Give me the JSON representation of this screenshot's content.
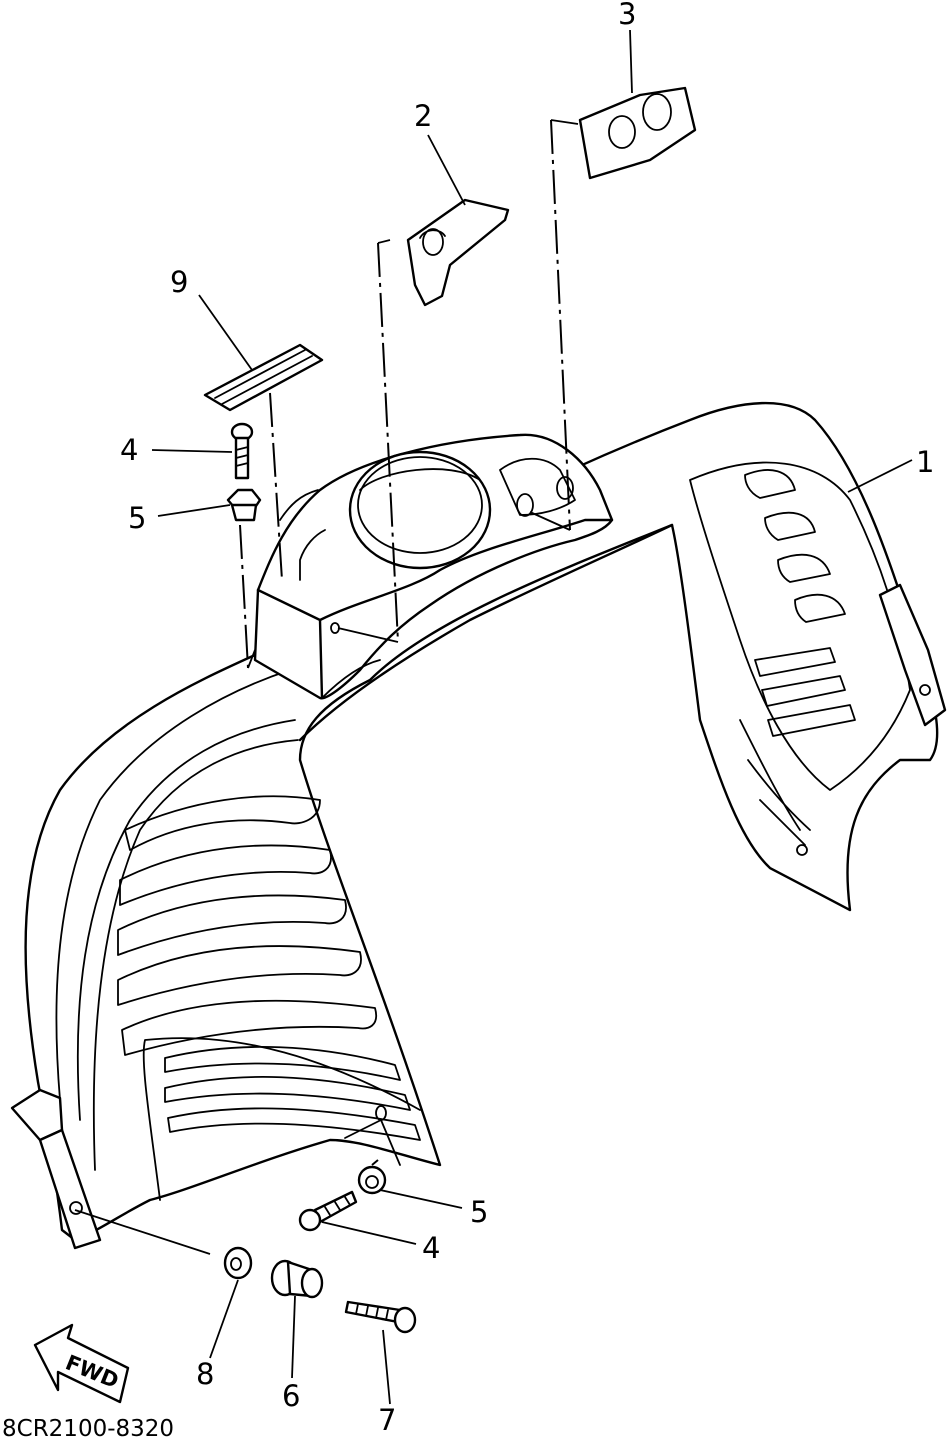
{
  "callouts": {
    "c1": "1",
    "c2": "2",
    "c3": "3",
    "c4a": "4",
    "c4b": "4",
    "c5a": "5",
    "c5b": "5",
    "c6": "6",
    "c7": "7",
    "c8": "8",
    "c9": "9"
  },
  "fwd_label": "FWD",
  "drawing_code": "8CR2100-8320"
}
